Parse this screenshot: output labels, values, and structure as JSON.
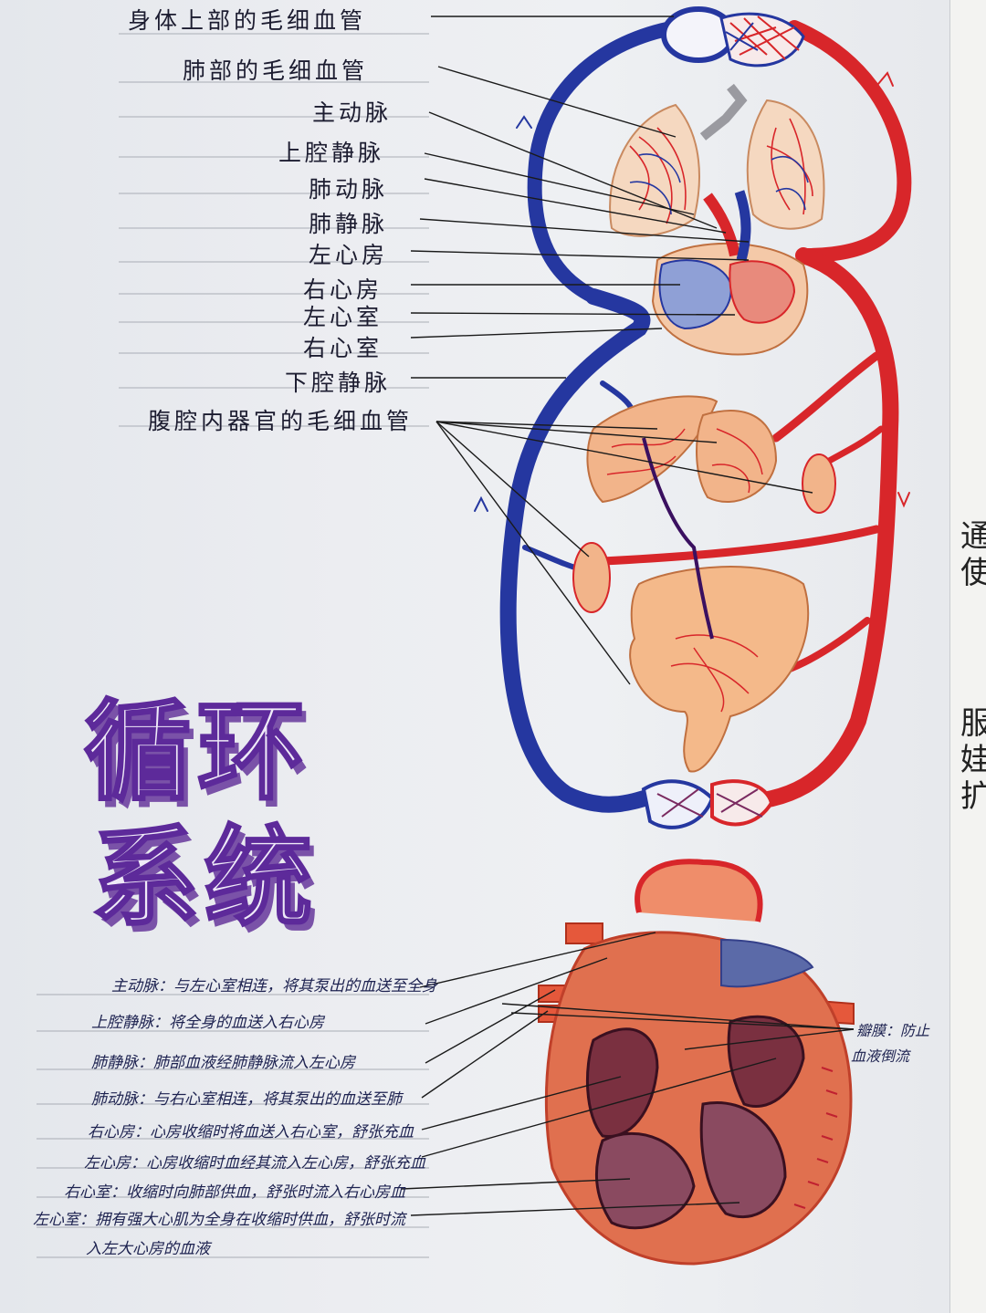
{
  "title": {
    "line1": "循环",
    "line2": "系统"
  },
  "circulation_labels": [
    "身体上部的毛细血管",
    "肺部的毛细血管",
    "主动脉",
    "上腔静脉",
    "肺动脉",
    "肺静脉",
    "左心房",
    "右心房",
    "左心室",
    "右心室",
    "下腔静脉",
    "腹腔内器官的毛细血管"
  ],
  "heart_labels": [
    "主动脉：与左心室相连，将其泵出的血送至全身",
    "上腔静脉：将全身的血送入右心房",
    "肺静脉：肺部血液经肺静脉流入左心房",
    "肺动脉：与右心室相连，将其泵出的血送至肺",
    "右心房：心房收缩时将血送入右心室，舒张充血",
    "左心房：心房收缩时血经其流入左心房，舒张充血",
    "右心室：收缩时向肺部供血，舒张时流入右心房血",
    "左心室：拥有强大心肌为全身在收缩时供血，舒张时流",
    "入左大心房的血液"
  ],
  "valve_label": {
    "line1": "瓣膜：防止",
    "line2": "血液倒流"
  },
  "edge_glyphs": [
    "通",
    "使",
    "服",
    "娃",
    "扩"
  ],
  "colors": {
    "artery": "#d8262a",
    "vein": "#2537a0",
    "organ": "#f2b48a",
    "heart": "#d9583a",
    "title_stroke": "#5d2a9a"
  }
}
